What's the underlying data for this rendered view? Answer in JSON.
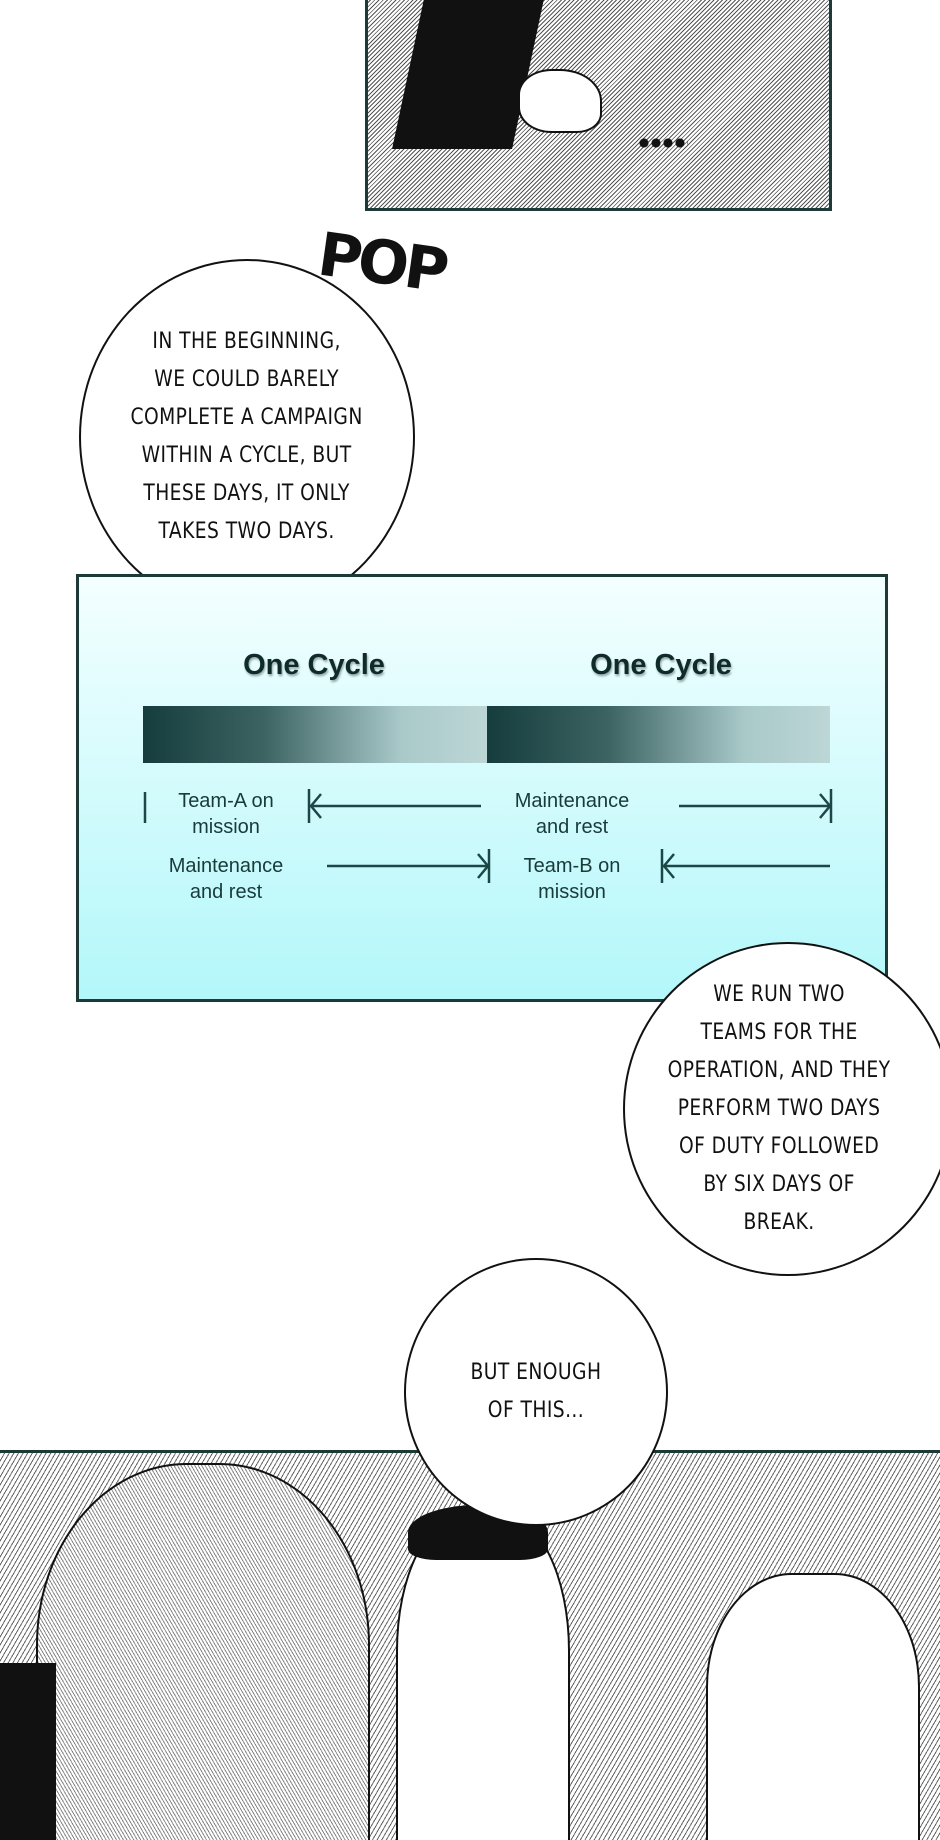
{
  "sfx": "POP",
  "bubbles": {
    "first": "IN THE BEGINNING,\nWE COULD BARELY\nCOMPLETE A CAMPAIGN\nWITHIN A CYCLE, BUT\nTHESE DAYS, IT ONLY\nTAKES TWO DAYS.",
    "second": "WE RUN TWO\nTEAMS FOR THE\nOPERATION, AND THEY\nPERFORM TWO DAYS\nOF DUTY FOLLOWED\nBY SIX DAYS OF\nBREAK.",
    "third": "BUT ENOUGH\nOF THIS..."
  },
  "diagram": {
    "cycle_left": "One Cycle",
    "cycle_right": "One Cycle",
    "row1_left": "Team-A on mission",
    "row1_right": "Maintenance and rest",
    "row2_left": "Maintenance and rest",
    "row2_right": "Team-B on mission",
    "colors": {
      "border": "#1d3a36",
      "bar_dark": "#163d3d",
      "bg_bottom": "#b3f7fa"
    }
  }
}
